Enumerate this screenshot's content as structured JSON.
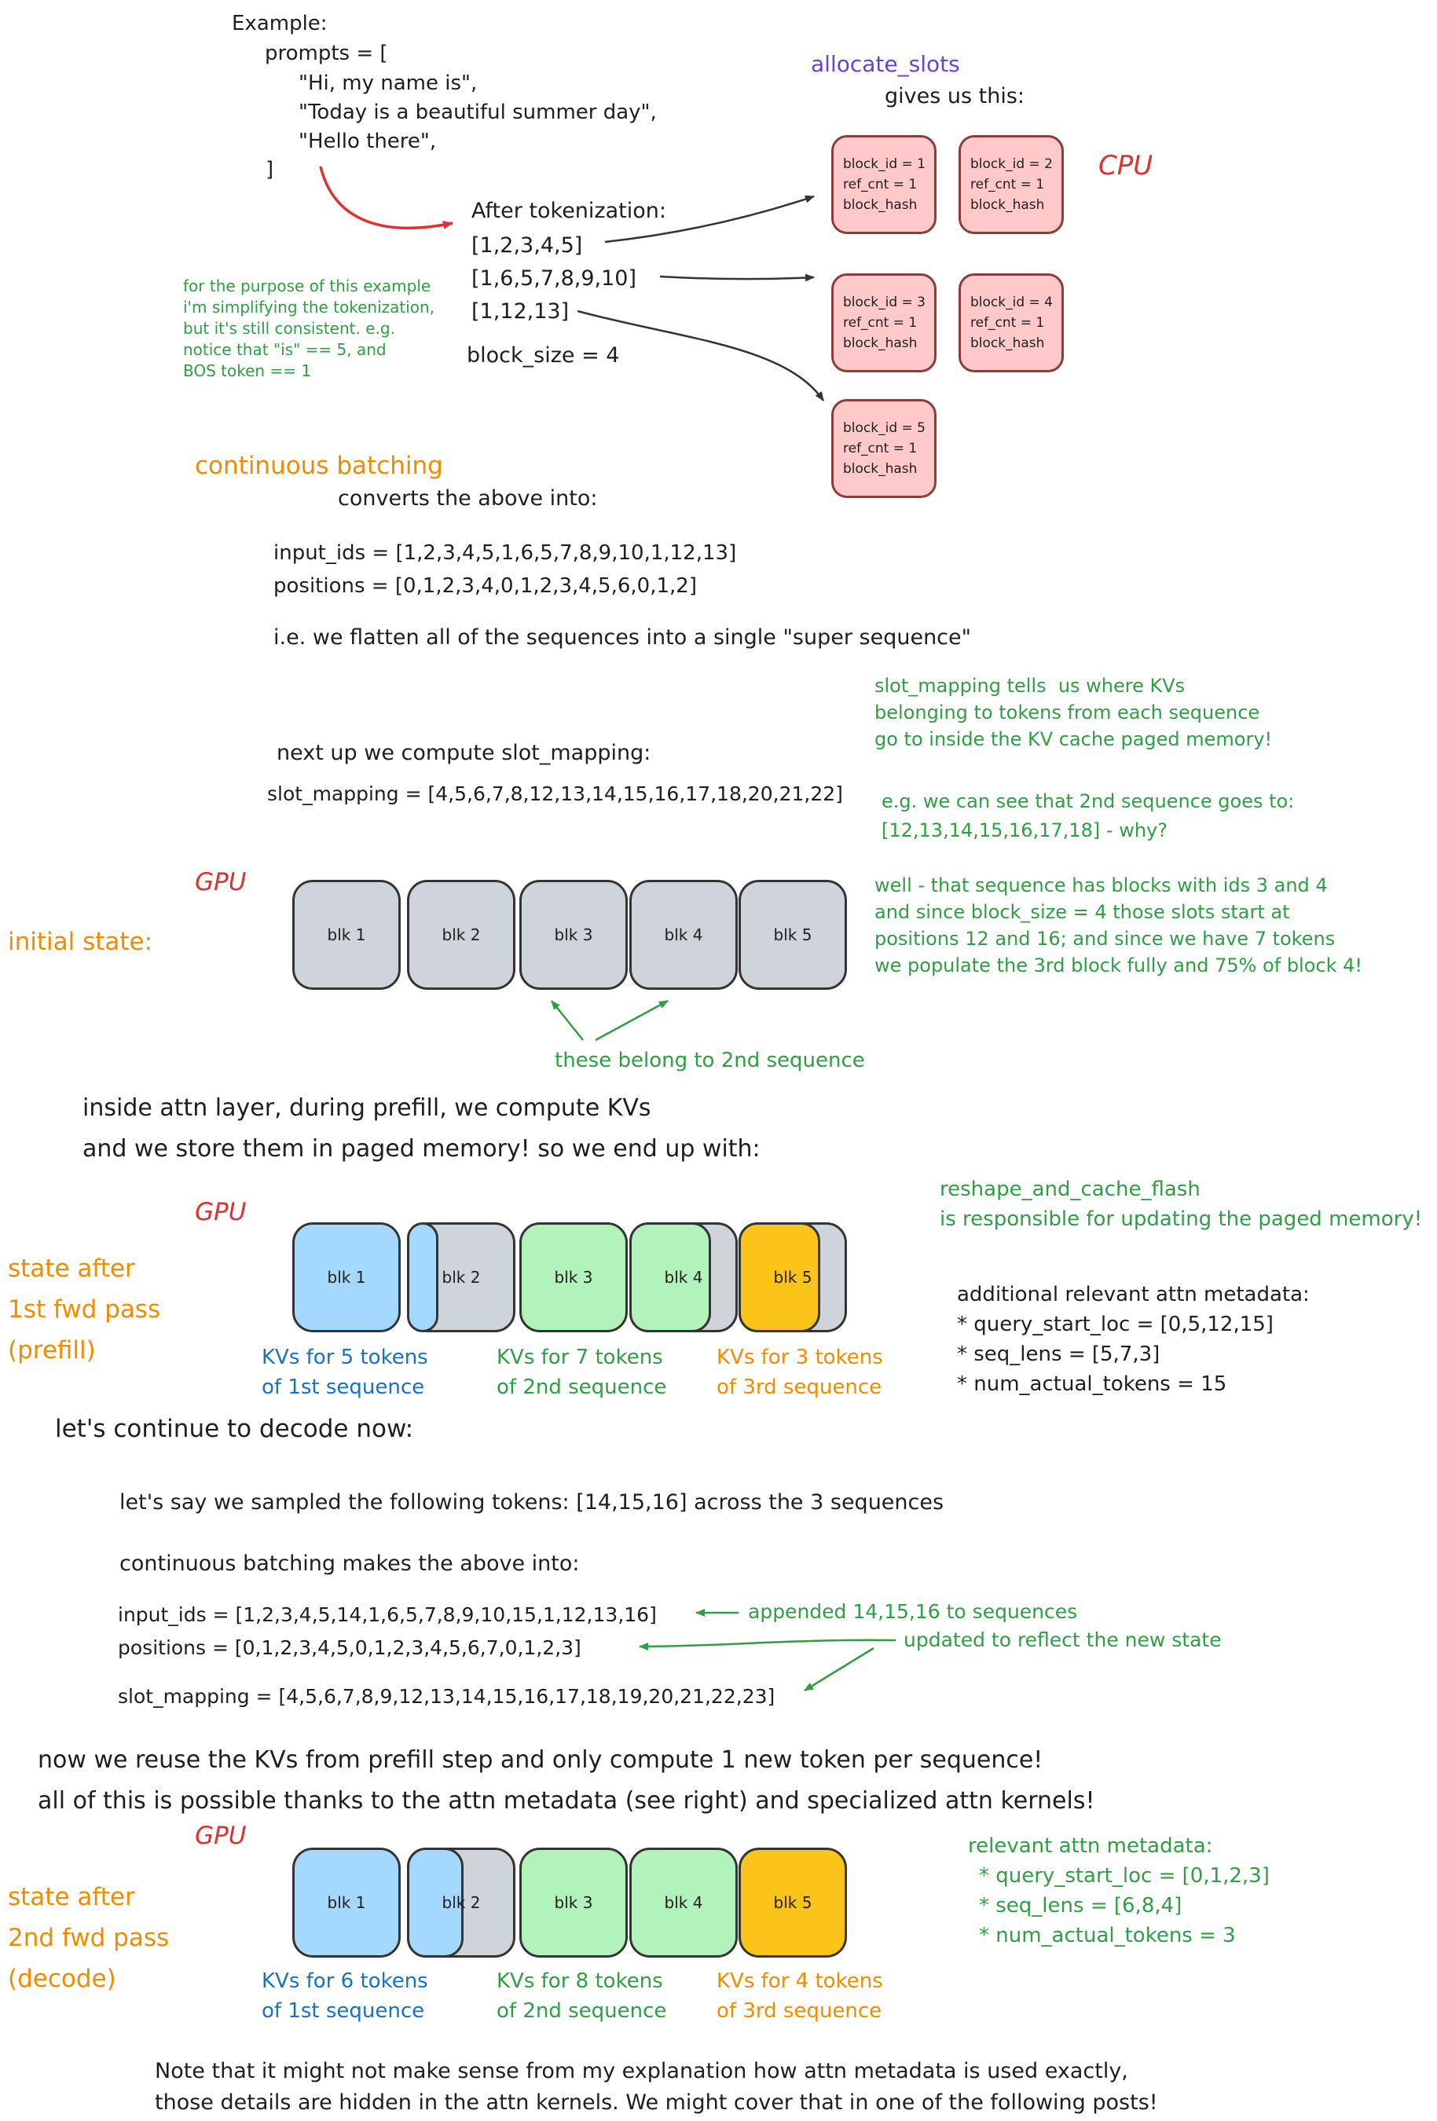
{
  "palette": {
    "black": "#1e1e1e",
    "green": "#2f9e44",
    "orange": "#f08c00",
    "red": "#e03131",
    "purple": "#6741d9",
    "blue": "#1971c2",
    "pink_fill": "#ffc9c9",
    "gray_fill": "#ced4da",
    "blue_fill": "#a5d8ff",
    "green_fill": "#b2f2bb",
    "yellow_fill": "#fcc419"
  },
  "example": {
    "title": "Example:",
    "prompts_open": "prompts = [",
    "prompt_lines": [
      "\"Hi, my name is\",",
      "\"Today is a beautiful summer day\",",
      "\"Hello there\","
    ],
    "close_bracket": "]"
  },
  "allocate": {
    "title": "allocate_slots",
    "subtitle": "gives us this:",
    "cpu_label": "CPU",
    "blocks": [
      {
        "lines": [
          "block_id = 1",
          "ref_cnt = 1",
          "block_hash"
        ]
      },
      {
        "lines": [
          "block_id = 2",
          "ref_cnt = 1",
          "block_hash"
        ]
      },
      {
        "lines": [
          "block_id = 3",
          "ref_cnt = 1",
          "block_hash"
        ]
      },
      {
        "lines": [
          "block_id = 4",
          "ref_cnt = 1",
          "block_hash"
        ]
      },
      {
        "lines": [
          "block_id = 5",
          "ref_cnt = 1",
          "block_hash"
        ]
      }
    ]
  },
  "tokenization": {
    "title": "After tokenization:",
    "token_lists": [
      "[1,2,3,4,5]",
      "[1,6,5,7,8,9,10]",
      "[1,12,13]"
    ],
    "block_size": "block_size = 4",
    "note_lines": [
      "for the purpose of this example",
      "i'm simplifying the tokenization,",
      "but it's still consistent. e.g.",
      "notice that \"is\" == 5, and",
      "BOS token == 1"
    ]
  },
  "continuous_batching": {
    "title": "continuous batching",
    "subtitle": "converts the above into:",
    "input_ids": "input_ids = [1,2,3,4,5,1,6,5,7,8,9,10,1,12,13]",
    "positions": "positions = [0,1,2,3,4,0,1,2,3,4,5,6,0,1,2]",
    "flatten_note": "i.e. we flatten all of the sequences into a single \"super sequence\""
  },
  "slot_mapping": {
    "intro": "next up we compute slot_mapping:",
    "value": "slot_mapping = [4,5,6,7,8,12,13,14,15,16,17,18,20,21,22]",
    "explain_lines": [
      "slot_mapping tells  us where KVs",
      "belonging to tokens from each sequence",
      "go to inside the KV cache paged memory!"
    ],
    "example_lines": [
      "e.g. we can see that 2nd sequence goes to:",
      "[12,13,14,15,16,17,18] - why?"
    ],
    "why_lines": [
      "well - that sequence has blocks with ids 3 and 4",
      "and since block_size = 4 those slots start at",
      "positions 12 and 16; and since we have 7 tokens",
      "we populate the 3rd block fully and 75% of block 4!"
    ]
  },
  "gpu_initial": {
    "gpu_label": "GPU",
    "state_label": "initial state:",
    "blocks": [
      "blk 1",
      "blk 2",
      "blk 3",
      "blk 4",
      "blk 5"
    ],
    "arrow_note": "these belong to 2nd sequence"
  },
  "prefill": {
    "intro_lines": [
      "inside attn layer, during prefill, we compute KVs",
      "and we store them in paged memory! so we end up with:"
    ],
    "gpu_label": "GPU",
    "state_lines": [
      "state after",
      "1st fwd pass",
      "(prefill)"
    ],
    "blocks": [
      "blk 1",
      "blk 2",
      "blk 3",
      "blk 4",
      "blk 5"
    ],
    "block_fills": [
      {
        "color": "blue",
        "fraction": 1.0
      },
      {
        "color": "blue",
        "fraction": 0.25
      },
      {
        "color": "green",
        "fraction": 1.0
      },
      {
        "color": "green",
        "fraction": 0.75
      },
      {
        "color": "yellow",
        "fraction": 0.75
      }
    ],
    "seq_labels": [
      {
        "line1": "KVs for 5 tokens",
        "line2": "of 1st sequence"
      },
      {
        "line1": "KVs for 7 tokens",
        "line2": "of 2nd sequence"
      },
      {
        "line1": "KVs for 3 tokens",
        "line2": "of 3rd sequence"
      }
    ],
    "reshape_lines": [
      "reshape_and_cache_flash",
      "is responsible for updating the paged memory!"
    ],
    "metadata_lines": [
      "additional relevant attn metadata:",
      "* query_start_loc = [0,5,12,15]",
      "* seq_lens = [5,7,3]",
      "* num_actual_tokens = 15"
    ]
  },
  "decode": {
    "title": "let's continue to decode now:",
    "sampled": "let's say we sampled the following tokens: [14,15,16] across the 3 sequences",
    "cb_line": "continuous batching makes the above into:",
    "input_ids": "input_ids = [1,2,3,4,5,14,1,6,5,7,8,9,10,15,1,12,13,16]",
    "positions": "positions = [0,1,2,3,4,5,0,1,2,3,4,5,6,7,0,1,2,3]",
    "slot_mapping": "slot_mapping = [4,5,6,7,8,9,12,13,14,15,16,17,18,19,20,21,22,23]",
    "appended_note": "appended 14,15,16 to sequences",
    "updated_note": "updated to reflect the new state",
    "reuse_lines": [
      "now we reuse the KVs from prefill step and only compute 1 new token per sequence!",
      "all of this is possible thanks to the attn metadata (see right) and specialized attn kernels!"
    ]
  },
  "decode_state": {
    "gpu_label": "GPU",
    "state_lines": [
      "state after",
      "2nd fwd pass",
      "(decode)"
    ],
    "blocks": [
      "blk 1",
      "blk 2",
      "blk 3",
      "blk 4",
      "blk 5"
    ],
    "block_fills": [
      {
        "color": "blue",
        "fraction": 1.0
      },
      {
        "color": "blue",
        "fraction": 0.5
      },
      {
        "color": "green",
        "fraction": 1.0
      },
      {
        "color": "green",
        "fraction": 1.0
      },
      {
        "color": "yellow",
        "fraction": 1.0
      }
    ],
    "seq_labels": [
      {
        "line1": "KVs for 6 tokens",
        "line2": "of 1st sequence"
      },
      {
        "line1": "KVs for 8 tokens",
        "line2": "of 2nd sequence"
      },
      {
        "line1": "KVs for 4 tokens",
        "line2": "of 3rd sequence"
      }
    ],
    "metadata_lines": [
      "relevant attn metadata:",
      "* query_start_loc = [0,1,2,3]",
      "* seq_lens = [6,8,4]",
      "* num_actual_tokens = 3"
    ]
  },
  "footer": {
    "lines": [
      "Note that it might not make sense from my explanation how attn metadata is used exactly,",
      "those details are hidden in the attn kernels. We might cover that in one of the following posts!"
    ]
  }
}
